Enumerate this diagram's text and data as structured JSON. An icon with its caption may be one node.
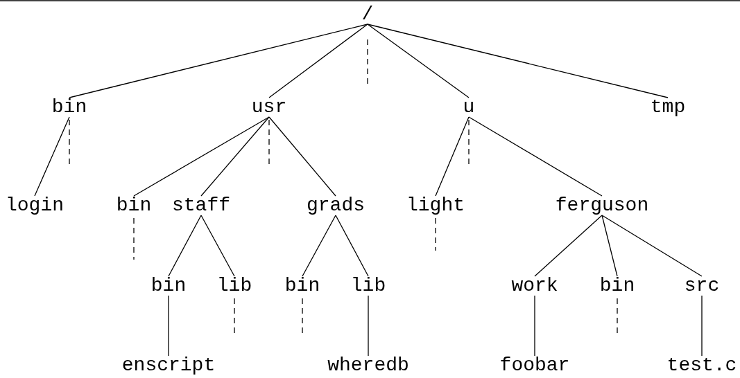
{
  "diagram": {
    "nodes": [
      {
        "text": [
          "/"
        ]
      },
      {
        "text": [
          "bin"
        ]
      },
      {
        "text": [
          "usr"
        ]
      },
      {
        "text": [
          "u"
        ]
      },
      {
        "text": [
          "tmp"
        ]
      },
      {
        "text": [
          "login"
        ]
      },
      {
        "text": [
          "bin"
        ]
      },
      {
        "text": [
          "staff"
        ]
      },
      {
        "text": [
          "grads"
        ]
      },
      {
        "text": [
          "light"
        ]
      },
      {
        "text": [
          "ferguson"
        ]
      },
      {
        "text": [
          "bin"
        ]
      },
      {
        "text": [
          "lib"
        ]
      },
      {
        "text": [
          "bin"
        ]
      },
      {
        "text": [
          "lib"
        ]
      },
      {
        "text": [
          "work"
        ]
      },
      {
        "text": [
          "bin"
        ]
      },
      {
        "text": [
          "src"
        ]
      },
      {
        "text": [
          "enscript"
        ]
      },
      {
        "text": [
          "wheredb"
        ]
      },
      {
        "text": [
          "foobar"
        ]
      },
      {
        "text": [
          "test.c"
        ]
      }
    ],
    "edges": [
      {
        "from": 0,
        "to": 1,
        "arrow": "none"
      },
      {
        "from": 0,
        "to": 2,
        "arrow": "none"
      },
      {
        "from": 0,
        "to": null,
        "arrow": "none",
        "style": "dashed"
      },
      {
        "from": 0,
        "to": 3,
        "arrow": "none"
      },
      {
        "from": 0,
        "to": 4,
        "arrow": "none"
      },
      {
        "from": 1,
        "to": 5,
        "arrow": "none"
      },
      {
        "from": 1,
        "to": null,
        "arrow": "none",
        "style": "dashed"
      },
      {
        "from": 2,
        "to": 6,
        "arrow": "none"
      },
      {
        "from": 2,
        "to": 7,
        "arrow": "none"
      },
      {
        "from": 2,
        "to": null,
        "arrow": "none",
        "style": "dashed"
      },
      {
        "from": 2,
        "to": 8,
        "arrow": "none"
      },
      {
        "from": 3,
        "to": 9,
        "arrow": "none"
      },
      {
        "from": 3,
        "to": null,
        "arrow": "none",
        "style": "dashed"
      },
      {
        "from": 3,
        "to": 10,
        "arrow": "none"
      },
      {
        "from": 6,
        "to": null,
        "arrow": "none",
        "style": "dashed"
      },
      {
        "from": 7,
        "to": 11,
        "arrow": "none"
      },
      {
        "from": 7,
        "to": 12,
        "arrow": "none"
      },
      {
        "from": 8,
        "to": 13,
        "arrow": "none"
      },
      {
        "from": 8,
        "to": 14,
        "arrow": "none"
      },
      {
        "from": 9,
        "to": null,
        "arrow": "none",
        "style": "dashed"
      },
      {
        "from": 10,
        "to": 15,
        "arrow": "none"
      },
      {
        "from": 10,
        "to": 16,
        "arrow": "none"
      },
      {
        "from": 10,
        "to": 17,
        "arrow": "none"
      },
      {
        "from": 11,
        "to": 18,
        "arrow": "none"
      },
      {
        "from": 12,
        "to": null,
        "arrow": "none",
        "style": "dashed"
      },
      {
        "from": 13,
        "to": null,
        "arrow": "none",
        "style": "dashed"
      },
      {
        "from": 14,
        "to": 19,
        "arrow": "none"
      },
      {
        "from": 15,
        "to": 20,
        "arrow": "none"
      },
      {
        "from": 16,
        "to": null,
        "arrow": "none",
        "style": "dashed"
      },
      {
        "from": 17,
        "to": 21,
        "arrow": "none"
      }
    ]
  }
}
